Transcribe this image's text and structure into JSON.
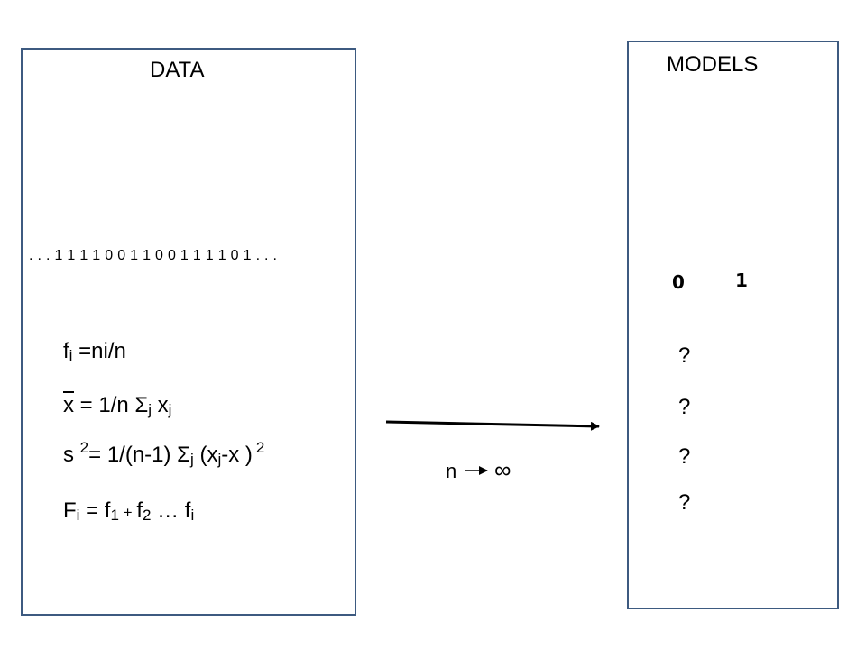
{
  "data_panel": {
    "title": "DATA",
    "sequence": ". . . 1 1 1 1 0 0 1 1 0 0 1 1 1 1 0 1 . . .",
    "formulas": {
      "freq": {
        "f": "f",
        "i": "i",
        "rest": " =ni/n"
      },
      "mean": {
        "x": "x",
        "eq": " = 1/n  Σ",
        "j": "j",
        "x2": " x",
        "j2": "j"
      },
      "variance": {
        "s": "s ",
        "two": "2",
        "eq": "= 1/(n-1)  Σ",
        "j": "j",
        "paren": " (x",
        "j2": "j",
        "minus": "-x )",
        "sq": "2"
      },
      "cumulative": {
        "F": "F",
        "i": "i",
        "eq": " = f",
        "one": "1",
        "plus": " + ",
        "f2": "f",
        "two": "2",
        "dots": " … f",
        "i2": "i"
      }
    }
  },
  "arrow": {
    "label_n": "n",
    "label_inf": "∞"
  },
  "models_panel": {
    "title": "MODELS",
    "bar_labels": [
      "0",
      "1"
    ],
    "questions": [
      "?",
      "?",
      "?",
      "?"
    ]
  },
  "colors": {
    "panel_border": "#3d5a80",
    "text": "#000000",
    "background": "#ffffff"
  }
}
